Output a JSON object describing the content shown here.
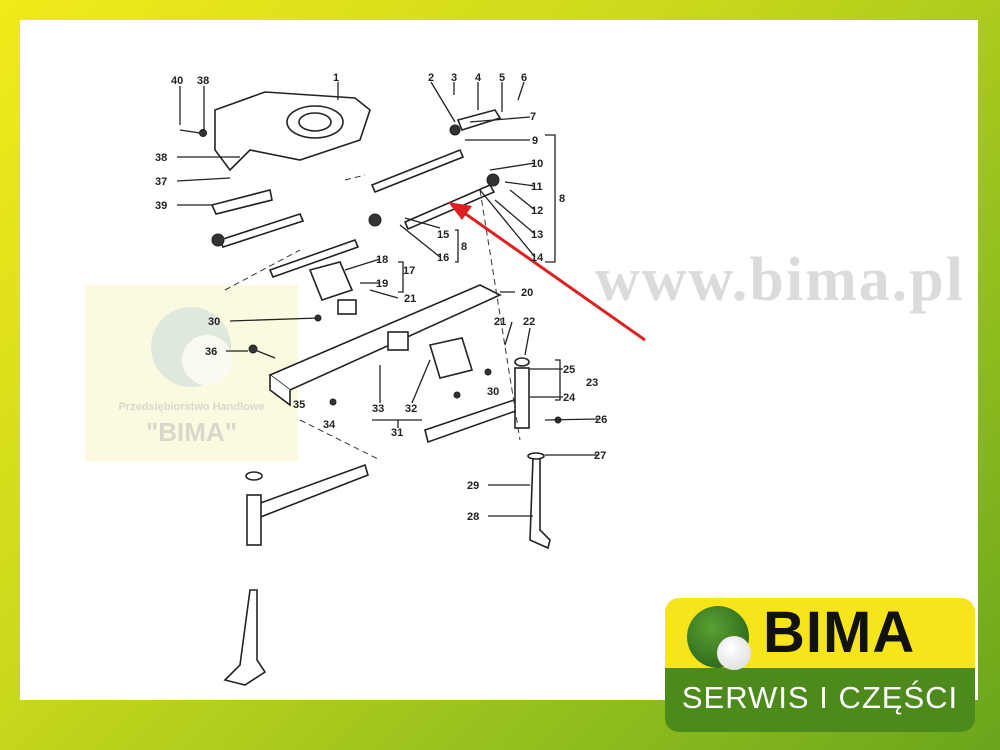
{
  "diagram": {
    "title": "Front axle and steering linkage parts diagram",
    "callouts": [
      "40",
      "38",
      "1",
      "2",
      "3",
      "4",
      "5",
      "6",
      "7",
      "9",
      "10",
      "11",
      "12",
      "8",
      "13",
      "14",
      "15",
      "16",
      "8",
      "38",
      "37",
      "39",
      "17",
      "18",
      "19",
      "21",
      "20",
      "30",
      "36",
      "21",
      "22",
      "25",
      "23",
      "24",
      "26",
      "35",
      "34",
      "33",
      "32",
      "31",
      "30",
      "27",
      "29",
      "28"
    ],
    "arrow_color": "#e02020"
  },
  "watermark": {
    "company": "Przedsiębiorstwo Handlowe",
    "name": "\"BIMA\"",
    "url": "www.bima.pl"
  },
  "logo": {
    "name": "BIMA",
    "tagline": "SERWIS I CZĘŚCI",
    "colors": {
      "yellow": "#f6e51a",
      "green": "#4c8a1c"
    }
  }
}
